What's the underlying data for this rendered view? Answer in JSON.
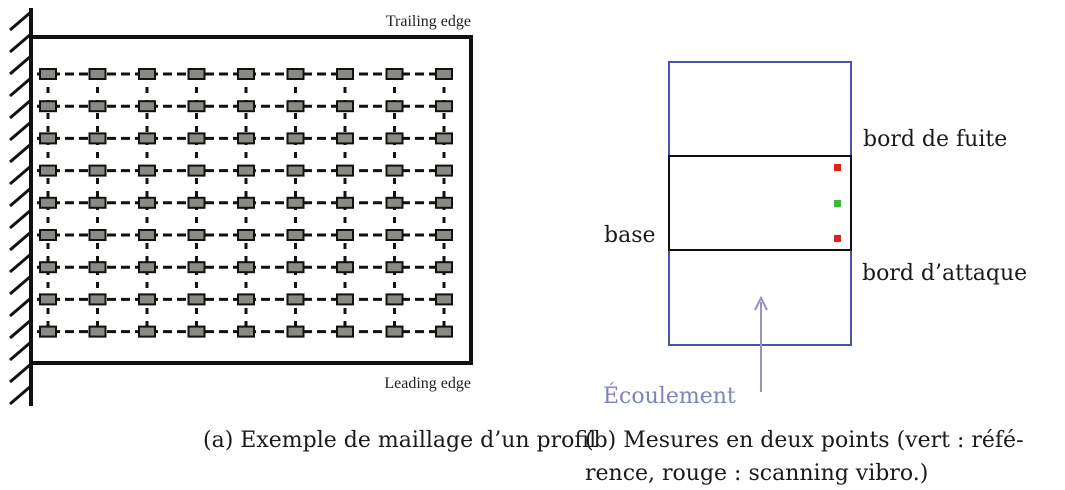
{
  "panel_a": {
    "top_label": "Trailing edge",
    "bottom_label": "Leading edge",
    "caption": "(a) Exemple de maillage d’un profil",
    "grid": {
      "columns": 9,
      "rows": 9
    }
  },
  "panel_b": {
    "label_trailing": "bord de fuite",
    "label_leading": "bord d’attaque",
    "label_base": "base",
    "label_flow": "Écoulement",
    "caption_line1": "(b) Mesures en deux points (vert : réfé-",
    "caption_line2": "rence, rouge : scanning vibro.)",
    "colors": {
      "outline": "#4a54a8",
      "flow_text": "#7d83be",
      "arrow": "#8f94c4",
      "reference_point": "#3cb83c",
      "scanning_point": "#e0201c"
    },
    "points": [
      {
        "type": "scanning_point"
      },
      {
        "type": "reference_point"
      },
      {
        "type": "scanning_point"
      }
    ]
  }
}
